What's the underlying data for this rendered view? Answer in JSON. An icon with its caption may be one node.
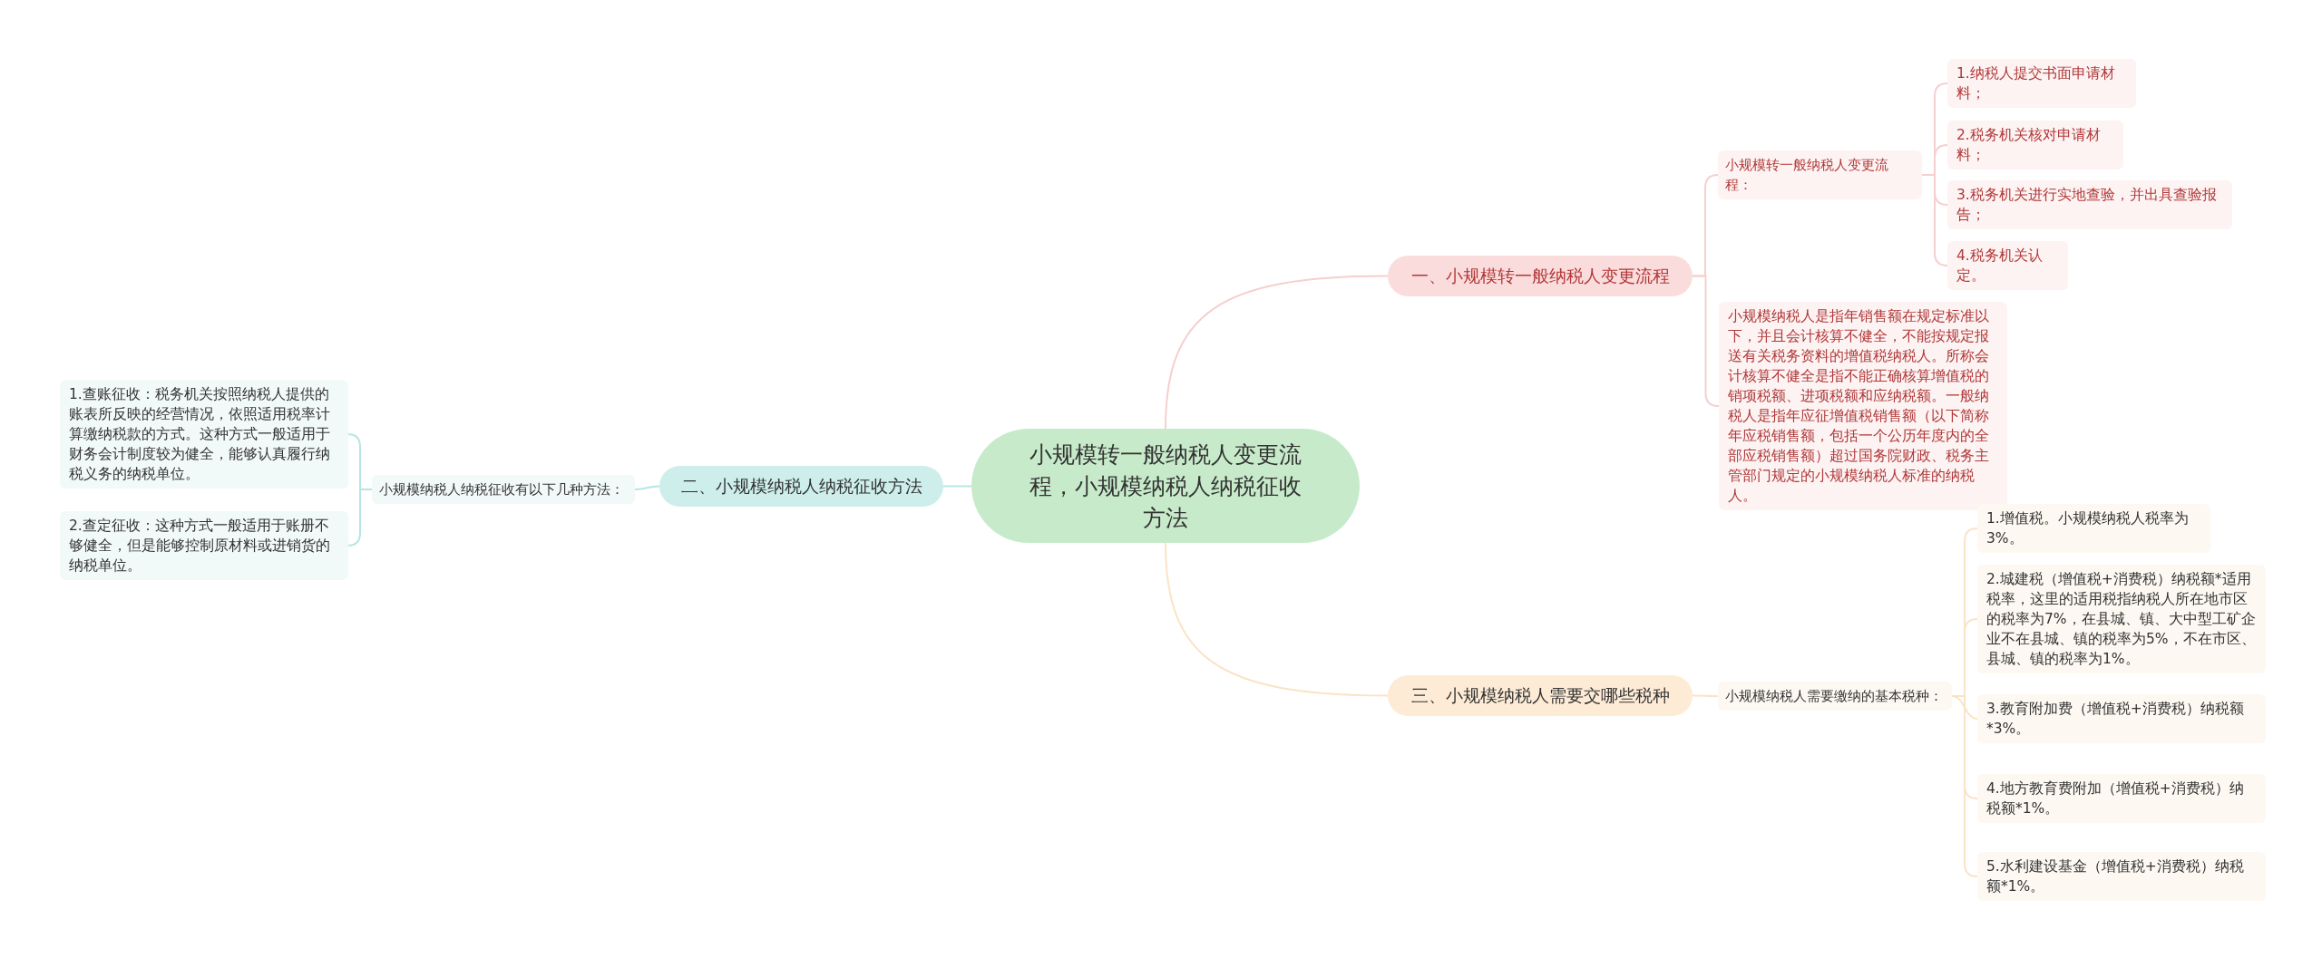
{
  "diagram": {
    "nodes": [
      {
        "text": [
          "小规模转一般纳税人变更流程，小规模纳税人纳税征收方法"
        ]
      },
      {
        "text": [
          "一、小规模转一般纳税人变更流程"
        ]
      },
      {
        "text": [
          "小规模转一般纳税人变更流程："
        ]
      },
      {
        "text": [
          "1.纳税人提交书面申请材料；"
        ]
      },
      {
        "text": [
          "2.税务机关核对申请材料；"
        ]
      },
      {
        "text": [
          "3.税务机关进行实地查验，并出具查验报告；"
        ]
      },
      {
        "text": [
          "4.税务机关认定。"
        ]
      },
      {
        "text": [
          "小规模纳税人是指年销售额在规定标准以下，并且会计核算不健全，不能按规定报送有关税务资料的增值税纳税人。所称会计核算不健全是指不能正确核算增值税的销项税额、进项税额和应纳税额。一般纳税人是指年应征增值税销售额（以下简称年应税销售额，包括一个公历年度内的全部应税销售额）超过国务院财政、税务主管部门规定的小规模纳税人标准的纳税人。"
        ]
      },
      {
        "text": [
          "二、小规模纳税人纳税征收方法"
        ]
      },
      {
        "text": [
          "小规模纳税人纳税征收有以下几种方法："
        ]
      },
      {
        "text": [
          "1.查账征收：税务机关按照纳税人提供的账表所反映的经营情况，依照适用税率计算缴纳税款的方式。这种方式一般适用于财务会计制度较为健全，能够认真履行纳税义务的纳税单位。"
        ]
      },
      {
        "text": [
          "2.查定征收：这种方式一般适用于账册不够健全，但是能够控制原材料或进销货的纳税单位。"
        ]
      },
      {
        "text": [
          "三、小规模纳税人需要交哪些税种"
        ]
      },
      {
        "text": [
          "小规模纳税人需要缴纳的基本税种："
        ]
      },
      {
        "text": [
          "1.增值税。小规模纳税人税率为3%。"
        ]
      },
      {
        "text": [
          "2.城建税（增值税+消费税）纳税额*适用税率，这里的适用税指纳税人所在地市区的税率为7%，在县城、镇、大中型工矿企业不在县城、镇的税率为5%，不在市区、县城、镇的税率为1%。"
        ]
      },
      {
        "text": [
          "3.教育附加费（增值税+消费税）纳税额*3%。"
        ]
      },
      {
        "text": [
          "4.地方教育费附加（增值税+消费税）纳税额*1%。"
        ]
      },
      {
        "text": [
          "5.水利建设基金（增值税+消费税）纳税额*1%。"
        ]
      }
    ],
    "edges": [
      {
        "from": 0,
        "to": 1,
        "arrow": "none",
        "color": "#f6cfcf"
      },
      {
        "from": 1,
        "to": 2,
        "arrow": "none",
        "color": "#f6cfcf"
      },
      {
        "from": 2,
        "to": 3,
        "arrow": "none",
        "color": "#f6cfcf"
      },
      {
        "from": 2,
        "to": 4,
        "arrow": "none",
        "color": "#f6cfcf"
      },
      {
        "from": 2,
        "to": 5,
        "arrow": "none",
        "color": "#f6cfcf"
      },
      {
        "from": 2,
        "to": 6,
        "arrow": "none",
        "color": "#f6cfcf"
      },
      {
        "from": 1,
        "to": 7,
        "arrow": "none",
        "color": "#f6cfcf"
      },
      {
        "from": 0,
        "to": 8,
        "arrow": "none",
        "color": "#b5e6e1"
      },
      {
        "from": 8,
        "to": 9,
        "arrow": "none",
        "color": "#b5e6e1"
      },
      {
        "from": 9,
        "to": 10,
        "arrow": "none",
        "color": "#b5e6e1"
      },
      {
        "from": 9,
        "to": 11,
        "arrow": "none",
        "color": "#b5e6e1"
      },
      {
        "from": 0,
        "to": 12,
        "arrow": "none",
        "color": "#fbe3c6"
      },
      {
        "from": 12,
        "to": 13,
        "arrow": "none",
        "color": "#fbe3c6"
      },
      {
        "from": 13,
        "to": 14,
        "arrow": "none",
        "color": "#fbe3c6"
      },
      {
        "from": 13,
        "to": 15,
        "arrow": "none",
        "color": "#fbe3c6"
      },
      {
        "from": 13,
        "to": 16,
        "arrow": "none",
        "color": "#fbe3c6"
      },
      {
        "from": 13,
        "to": 17,
        "arrow": "none",
        "color": "#fbe3c6"
      },
      {
        "from": 13,
        "to": 18,
        "arrow": "none",
        "color": "#fbe3c6"
      }
    ]
  }
}
